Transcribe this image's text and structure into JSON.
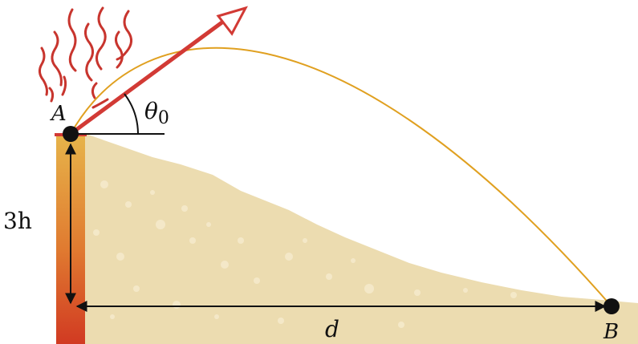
{
  "labels": {
    "point_a": "A",
    "point_b": "B",
    "angle_symbol": "θ",
    "angle_subscript": "0",
    "height": "3h",
    "distance": "d"
  },
  "colors": {
    "ground": "#ecdcb0",
    "ground_speckle": "#f4e8c8",
    "volcano_top": "#e7b44a",
    "volcano_bottom": "#d13a22",
    "arrow": "#d23a35",
    "trajectory": "#e0a020",
    "ink": "#111111"
  }
}
